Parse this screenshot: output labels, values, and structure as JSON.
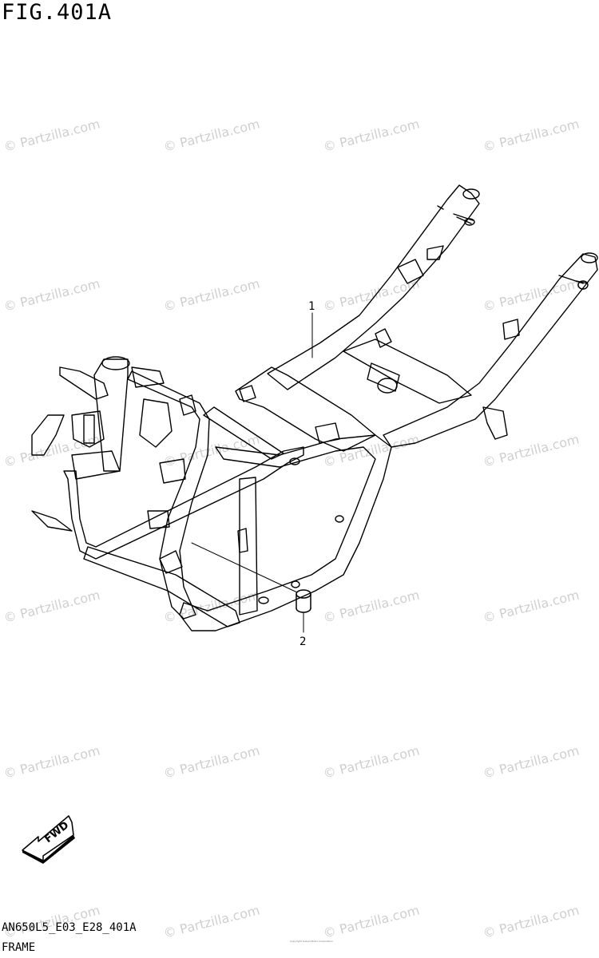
{
  "figure": {
    "title": "FIG.401A",
    "model_code": "AN650L5_E03_E28_401A",
    "section": "FRAME"
  },
  "callouts": [
    {
      "number": "1",
      "part": "frame"
    },
    {
      "number": "2",
      "part": "bushing"
    }
  ],
  "orientation": {
    "label": "FWD"
  },
  "watermark": {
    "text": "© Partzilla.com",
    "color": "#cfcfcf"
  },
  "copyright": {
    "text": "Copyright Suzuki Motor Corporation"
  }
}
